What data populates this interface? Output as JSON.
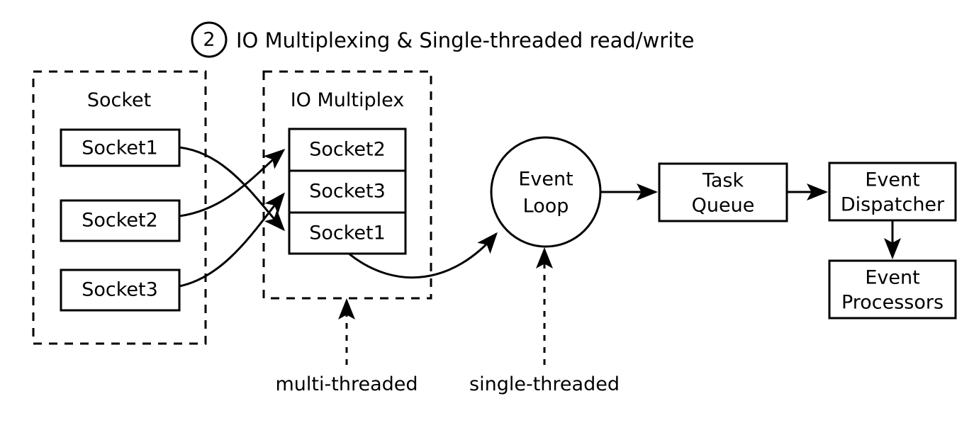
{
  "header": {
    "marker": "2",
    "title": "IO Multiplexing & Single-threaded read/write"
  },
  "groups": {
    "socket": {
      "title": "Socket",
      "items": [
        {
          "label": "Socket1"
        },
        {
          "label": "Socket2"
        },
        {
          "label": "Socket3"
        }
      ]
    },
    "io_multiplex": {
      "title": "IO Multiplex",
      "items": [
        {
          "label": "Socket2"
        },
        {
          "label": "Socket3"
        },
        {
          "label": "Socket1"
        }
      ]
    }
  },
  "nodes": {
    "event_loop": {
      "line1": "Event",
      "line2": "Loop"
    },
    "task_queue": {
      "line1": "Task",
      "line2": "Queue"
    },
    "event_dispatcher": {
      "line1": "Event",
      "line2": "Dispatcher"
    },
    "event_processors": {
      "line1": "Event",
      "line2": "Processors"
    }
  },
  "annotations": {
    "multi_threaded": "multi-threaded",
    "single_threaded": "single-threaded"
  },
  "colors": {
    "stroke": "#000000",
    "fill": "#ffffff",
    "background": "#ffffff"
  }
}
